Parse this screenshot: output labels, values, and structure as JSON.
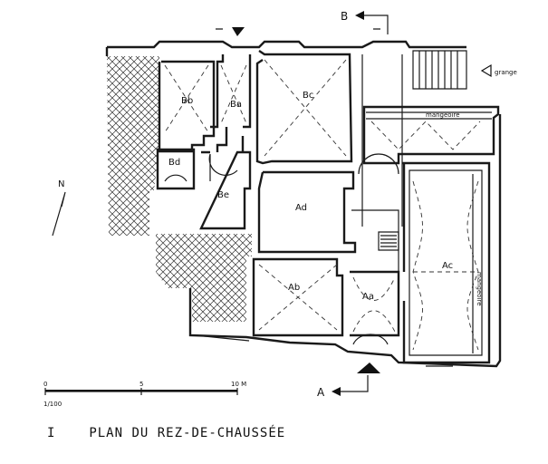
{
  "title": {
    "number": "I",
    "text": "PLAN  DU REZ-DE-CHAUSSÉE"
  },
  "rooms": [
    {
      "id": "Bb",
      "label": "Bb"
    },
    {
      "id": "Ba",
      "label": "Ba"
    },
    {
      "id": "Bc",
      "label": "Bc"
    },
    {
      "id": "Bd",
      "label": "Bd"
    },
    {
      "id": "Be",
      "label": "Be"
    },
    {
      "id": "Ad",
      "label": "Ad"
    },
    {
      "id": "Ab",
      "label": "Ab"
    },
    {
      "id": "Aa",
      "label": "Aa"
    },
    {
      "id": "Ac",
      "label": "Ac"
    }
  ],
  "annotations": {
    "mangeoire_top": "mangeoire",
    "mangeoire_side": "mangeoire",
    "grange": "grange"
  },
  "section_markers": {
    "top": "B",
    "bottom": "A"
  },
  "north": "N",
  "scale": {
    "ticks": [
      "0",
      "5",
      "10 M"
    ],
    "ratio": "1/100"
  }
}
